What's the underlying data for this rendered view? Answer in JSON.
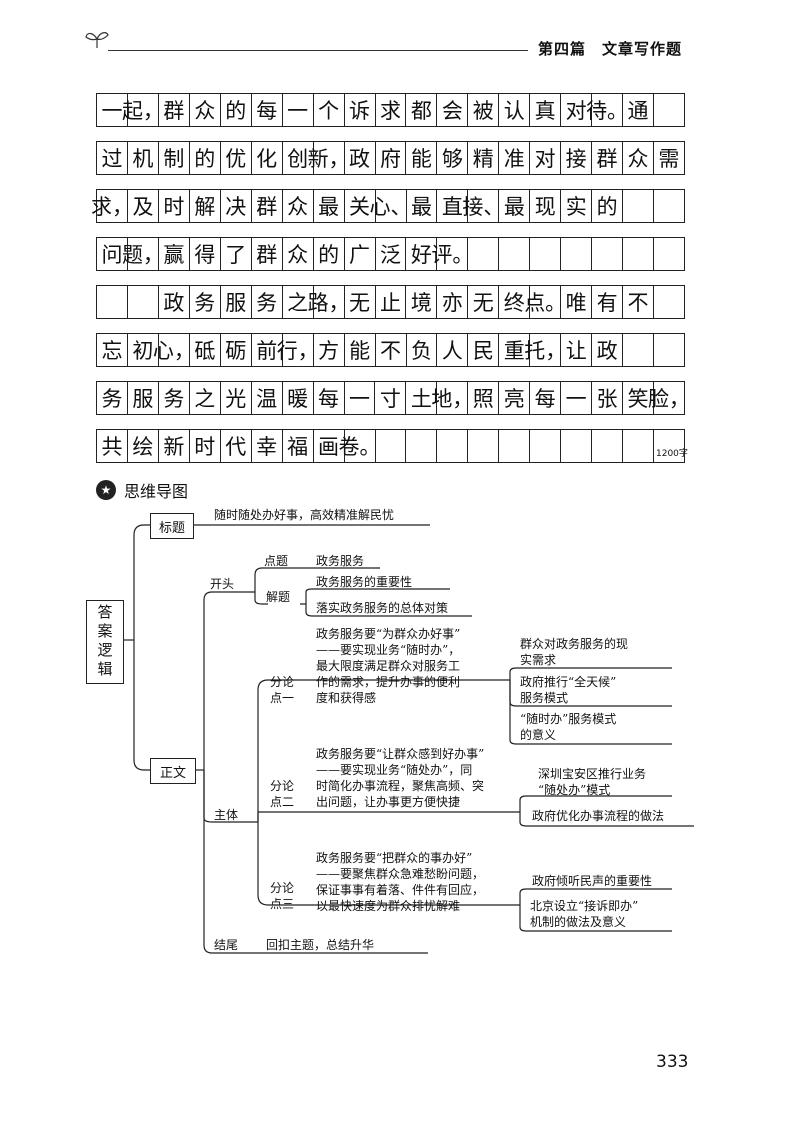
{
  "header": {
    "section": "第四篇",
    "title": "文章写作题"
  },
  "essay_rows": [
    [
      "一",
      "起，",
      "群",
      "众",
      "的",
      "每",
      "一",
      "个",
      "诉",
      "求",
      "都",
      "会",
      "被",
      "认",
      "真",
      "对",
      "待。",
      "通"
    ],
    [
      "过",
      "机",
      "制",
      "的",
      "优",
      "化",
      "创",
      "新，",
      "政",
      "府",
      "能",
      "够",
      "精",
      "准",
      "对",
      "接",
      "群",
      "众",
      "需"
    ],
    [
      "求，",
      "及",
      "时",
      "解",
      "决",
      "群",
      "众",
      "最",
      "关",
      "心、",
      "最",
      "直",
      "接、",
      "最",
      "现",
      "实",
      "的"
    ],
    [
      "问",
      "题，",
      "赢",
      "得",
      "了",
      "群",
      "众",
      "的",
      "广",
      "泛",
      "好",
      "评。",
      "",
      "",
      "",
      "",
      "",
      "",
      ""
    ],
    [
      "",
      "",
      "政",
      "务",
      "服",
      "务",
      "之",
      "路，",
      "无",
      "止",
      "境",
      "亦",
      "无",
      "终",
      "点。",
      "唯",
      "有",
      "不"
    ],
    [
      "忘",
      "初",
      "心，",
      "砥",
      "砺",
      "前",
      "行，",
      "方",
      "能",
      "不",
      "负",
      "人",
      "民",
      "重",
      "托，",
      "让",
      "政"
    ],
    [
      "务",
      "服",
      "务",
      "之",
      "光",
      "温",
      "暖",
      "每",
      "一",
      "寸",
      "土",
      "地，",
      "照",
      "亮",
      "每",
      "一",
      "张",
      "笑",
      "脸，"
    ],
    [
      "共",
      "绘",
      "新",
      "时",
      "代",
      "幸",
      "福",
      "画",
      "卷。",
      "",
      "",
      "",
      "",
      "",
      "",
      "",
      "",
      "",
      ""
    ]
  ],
  "word_count": "1200字",
  "mindmap": {
    "heading": "思维导图",
    "icon": "badge-icon",
    "root": "答案逻辑",
    "title_node": "标题",
    "title_text": "随时随处办好事，高效精准解民忧",
    "body_node": "正文",
    "opening": "开头",
    "dianti": "点题",
    "dianti_text": "政务服务",
    "jieti": "解题",
    "jieti_text1": "政务服务的重要性",
    "jieti_text2": "落实政务服务的总体对策",
    "main": "主体",
    "p1_label": "分论点一",
    "p1_text": [
      "政务服务要“为群众办好事”",
      "——要实现业务“随时办”，",
      "最大限度满足群众对服务工",
      "作的需求，提升办事的便利",
      "度和获得感"
    ],
    "p1_branch1": [
      "群众对政务服务的现",
      "实需求"
    ],
    "p1_branch2": [
      "政府推行“全天候”",
      "服务模式"
    ],
    "p1_branch3": [
      "“随时办”服务模式",
      "的意义"
    ],
    "p2_label": "分论点二",
    "p2_text": [
      "政务服务要“让群众感到好办事”",
      "——要实现业务“随处办”，同",
      "时简化办事流程，聚焦高频、突",
      "出问题，让办事更方便快捷"
    ],
    "p2_branch1": [
      "深圳宝安区推行业务",
      "“随处办”模式"
    ],
    "p2_branch2": [
      "政府优化办事流程的做法"
    ],
    "p3_label": "分论点三",
    "p3_text": [
      "政务服务要“把群众的事办好”",
      "——要聚焦群众急难愁盼问题，",
      "保证事事有着落、件件有回应，",
      "以最快速度为群众排忧解难"
    ],
    "p3_branch1": [
      "政府倾听民声的重要性"
    ],
    "p3_branch2": [
      "北京设立“接诉即办”",
      "机制的做法及意义"
    ],
    "ending": "结尾",
    "ending_text": "回扣主题，总结升华"
  },
  "page_number": "333"
}
